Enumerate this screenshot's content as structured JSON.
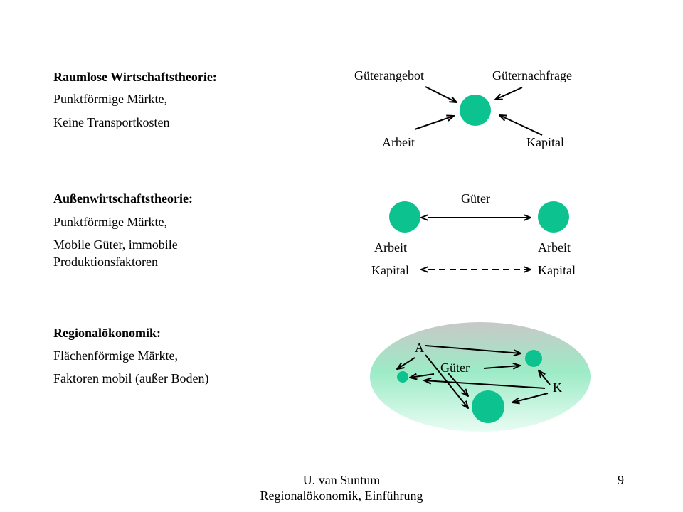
{
  "sections": [
    {
      "heading": "Raumlose Wirtschaftstheorie:",
      "lines": [
        "Punktförmige Märkte,",
        "Keine Transportkosten"
      ]
    },
    {
      "heading": "Außenwirtschaftstheorie:",
      "lines": [
        "Punktförmige Märkte,",
        "Mobile Güter, immobile",
        "Produktionsfaktoren"
      ]
    },
    {
      "heading": "Regionalökonomik:",
      "lines": [
        "Flächenförmige Märkte,",
        "Faktoren mobil (außer Boden)"
      ]
    }
  ],
  "diagram1": {
    "top_left": "Güterangebot",
    "top_right": "Güternachfrage",
    "bottom_left": "Arbeit",
    "bottom_right": "Kapital"
  },
  "diagram2": {
    "goods": "Güter",
    "left_labor": "Arbeit",
    "right_labor": "Arbeit",
    "left_capital": "Kapital",
    "right_capital": "Kapital"
  },
  "diagram3": {
    "label_a": "A",
    "label_goods": "Güter",
    "label_k": "K"
  },
  "footer": {
    "line1": "U. van Suntum",
    "line2": "Regionalökonomik, Einführung",
    "page": "9"
  },
  "colors": {
    "node": "#0CC28E",
    "region_light": "#E3FAF0",
    "region_dark": "#C6C6C6"
  }
}
